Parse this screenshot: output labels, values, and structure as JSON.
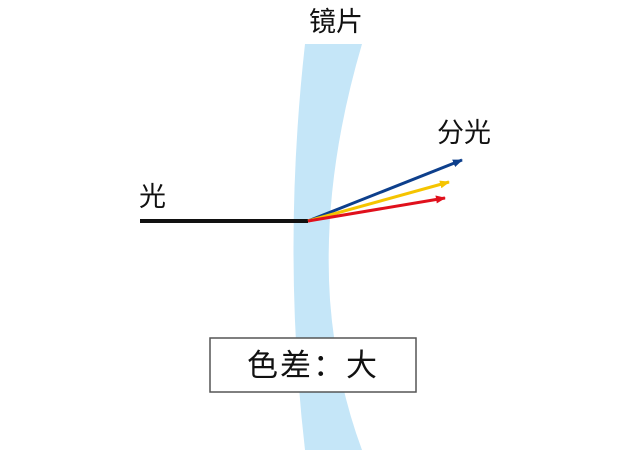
{
  "labels": {
    "lens": "镜片",
    "light": "光",
    "split": "分光",
    "aberration": "色差：大"
  },
  "colors": {
    "lens": "#c5e6f8",
    "incident_ray": "#111111",
    "ray_blue": "#0d3f8c",
    "ray_yellow": "#f5c400",
    "ray_red": "#e0101c",
    "caption_border": "#555555"
  }
}
